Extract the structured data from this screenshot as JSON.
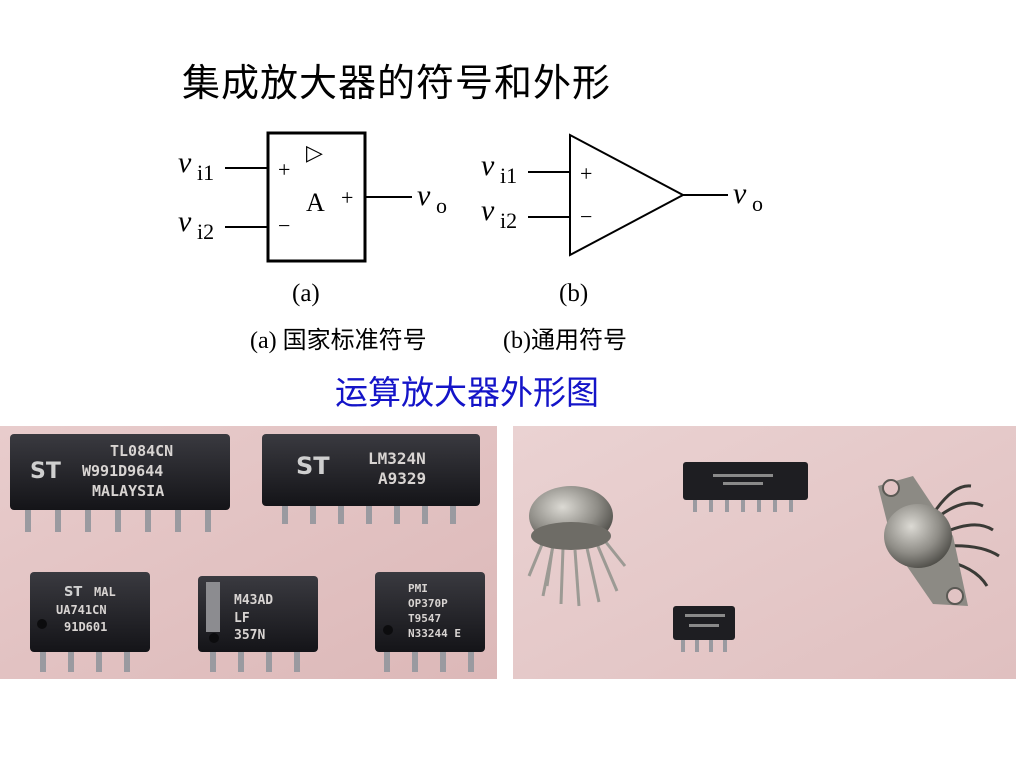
{
  "slide": {
    "title": "集成放大器的符号和外形",
    "subtitle": "运算放大器外形图"
  },
  "symbol_a": {
    "inputs": [
      "v",
      "v"
    ],
    "input_subs": [
      "i1",
      "i2"
    ],
    "plus": "+",
    "minus": "−",
    "triangle": "▷",
    "gain": "A",
    "out_plus": "+",
    "output": "v",
    "output_sub": "o",
    "label": "(a)"
  },
  "symbol_b": {
    "inputs": [
      "v",
      "v"
    ],
    "input_subs": [
      "i1",
      "i2"
    ],
    "plus": "+",
    "minus": "−",
    "output": "v",
    "output_sub": "o",
    "label": "(b)"
  },
  "caption": {
    "a": "(a) 国家标准符号",
    "b": "(b)通用符号"
  },
  "photo_left_chips": [
    {
      "lines": [
        "TL084CN",
        "W991D9644",
        "MALAYSIA"
      ]
    },
    {
      "lines": [
        "LM324N",
        "A9329"
      ]
    },
    {
      "lines": [
        "MAL",
        "UA741CN",
        "91D601"
      ]
    },
    {
      "lines": [
        "M43AD",
        "LF",
        "357N"
      ]
    },
    {
      "lines": [
        "PMI",
        "OP370P",
        "T9547",
        "N33244 E"
      ]
    }
  ],
  "colors": {
    "title": "#000000",
    "subtitle": "#1414c8",
    "photo_bg": "#e2c2c2",
    "chip_body": "#1e1e22"
  }
}
